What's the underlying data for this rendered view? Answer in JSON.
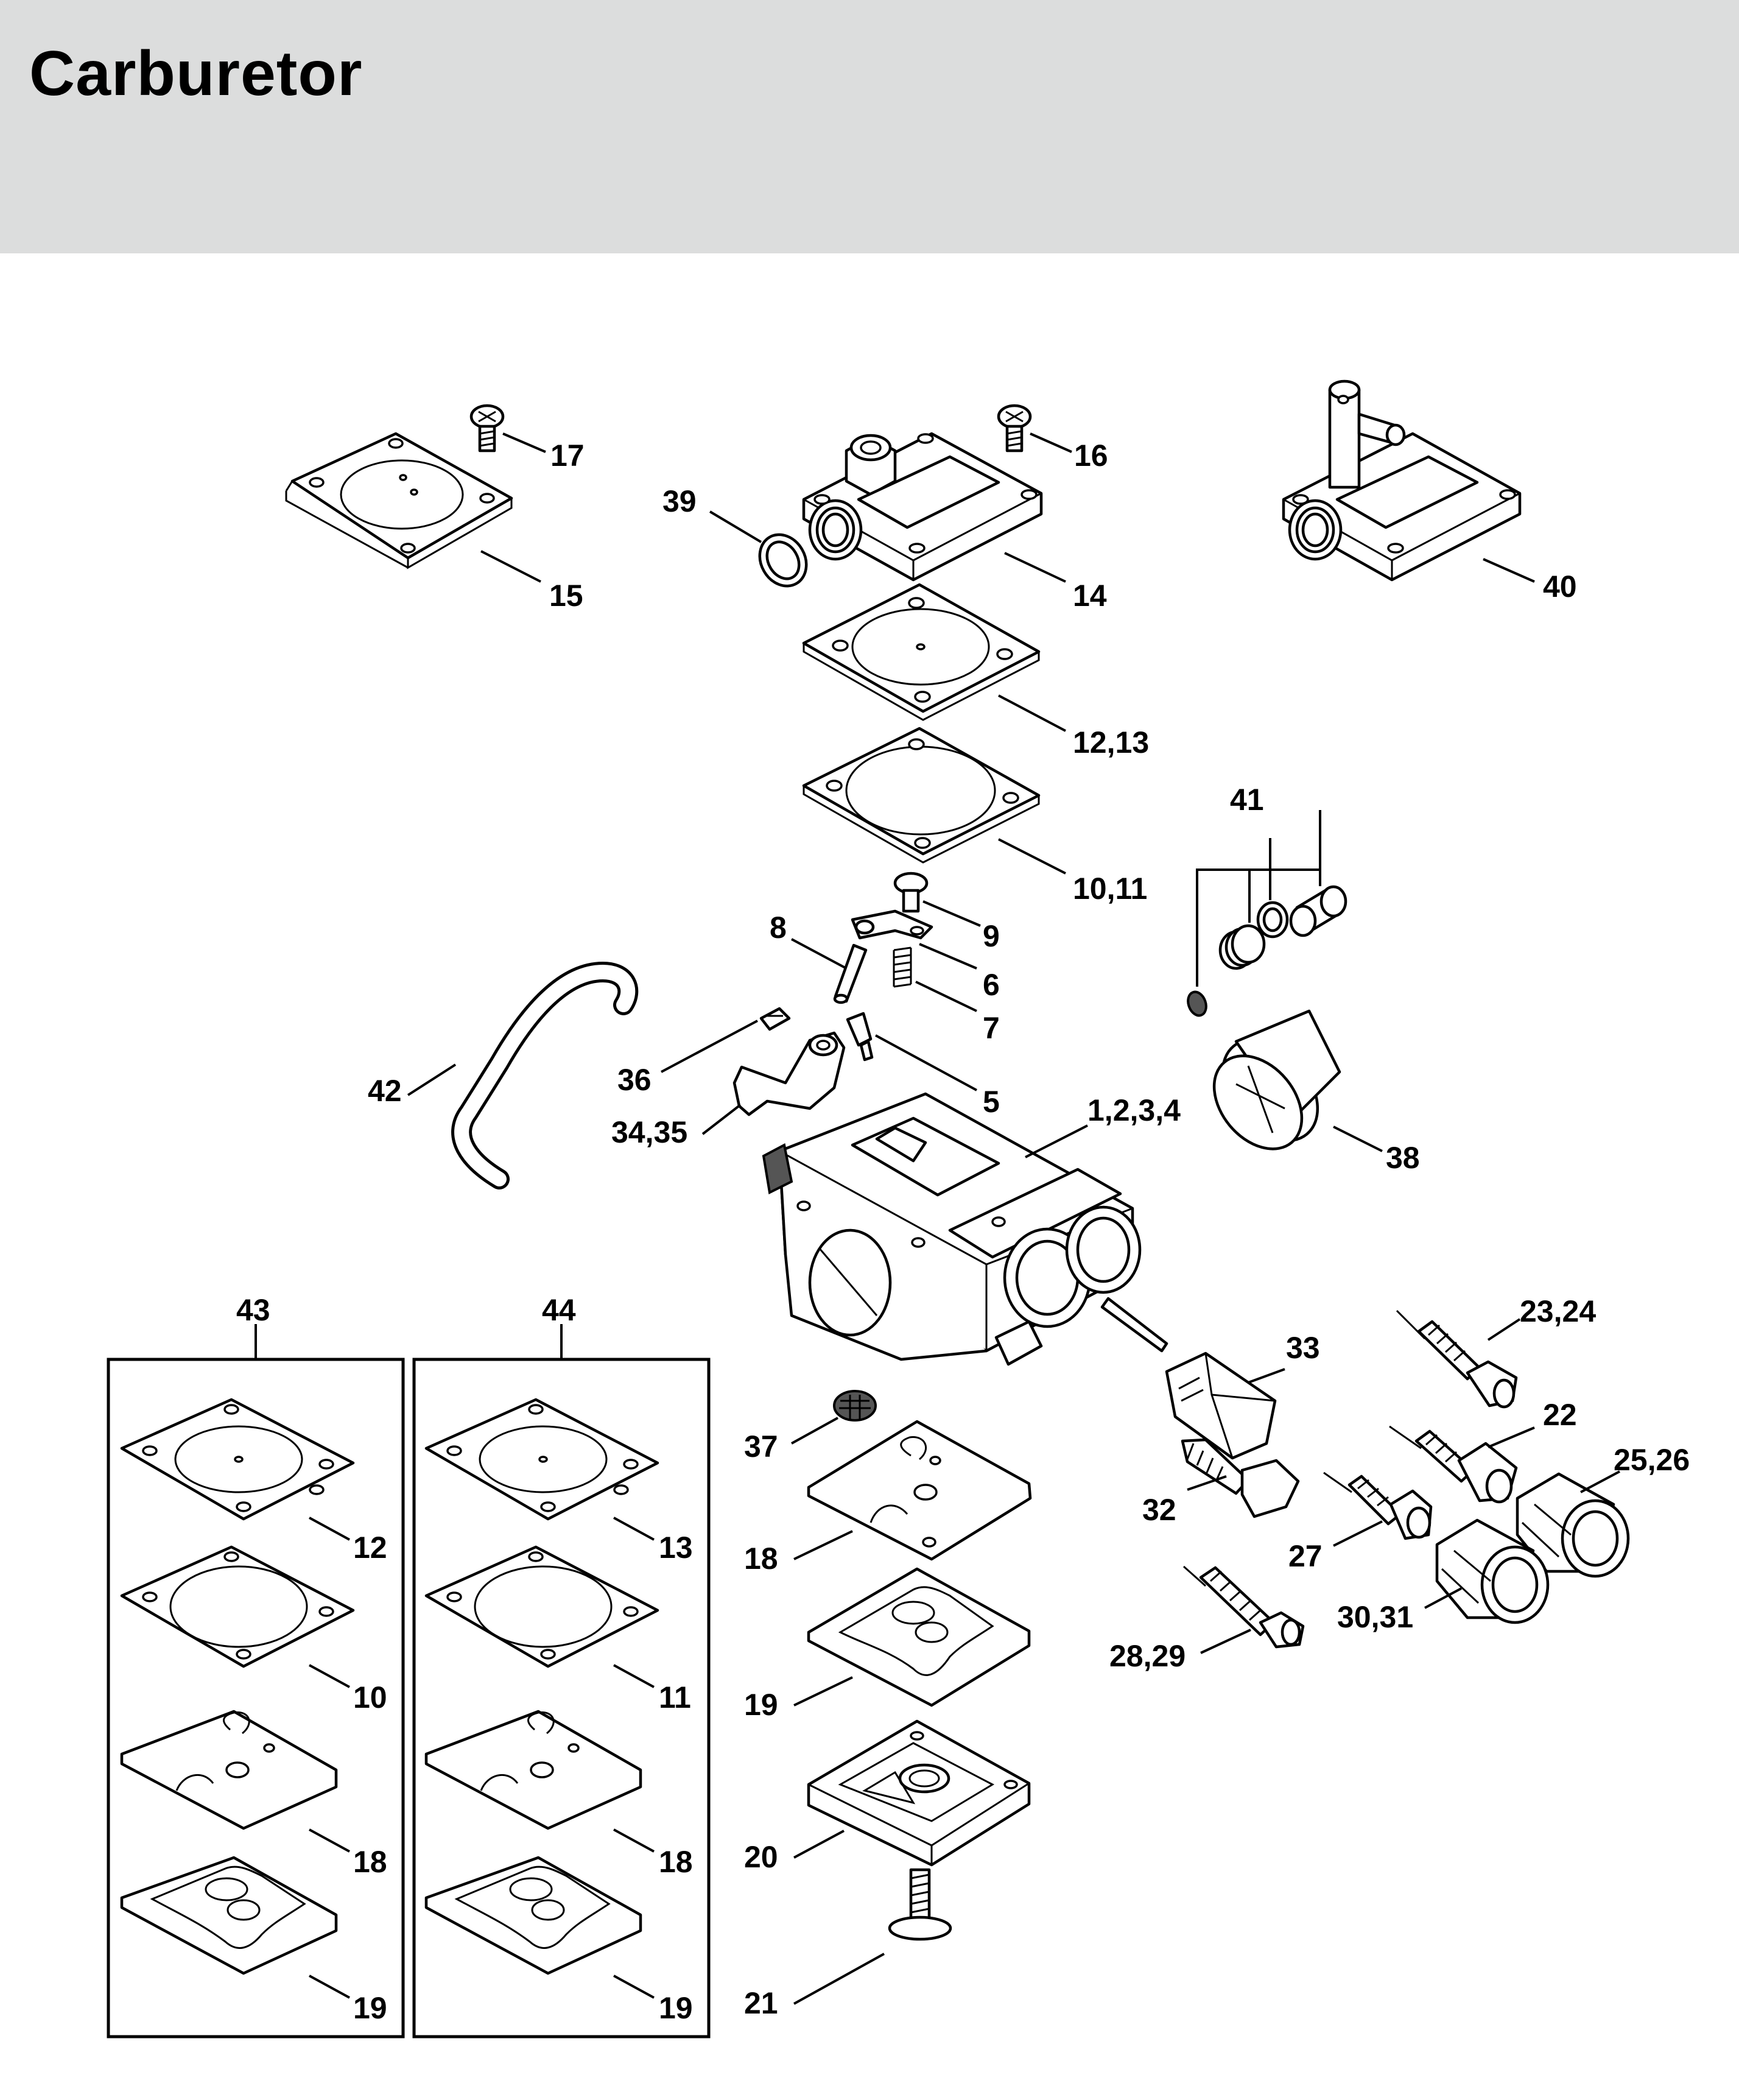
{
  "header": {
    "title": "Carburetor"
  },
  "callouts": {
    "c1": "1,2,3,4",
    "c5": "5",
    "c6": "6",
    "c7": "7",
    "c8": "8",
    "c9": "9",
    "c10_11": "10,11",
    "c12_13": "12,13",
    "c14": "14",
    "c15": "15",
    "c16": "16",
    "c17": "17",
    "c18": "18",
    "c19": "19",
    "c20": "20",
    "c21": "21",
    "c22": "22",
    "c23_24": "23,24",
    "c25_26": "25,26",
    "c27": "27",
    "c28_29": "28,29",
    "c30_31": "30,31",
    "c32": "32",
    "c33": "33",
    "c34_35": "34,35",
    "c36": "36",
    "c37": "37",
    "c38": "38",
    "c39": "39",
    "c40": "40",
    "c41": "41",
    "c42": "42"
  },
  "kit43": {
    "label": "43",
    "items": [
      "12",
      "10",
      "18",
      "19"
    ]
  },
  "kit44": {
    "label": "44",
    "items": [
      "13",
      "11",
      "18",
      "19"
    ]
  }
}
